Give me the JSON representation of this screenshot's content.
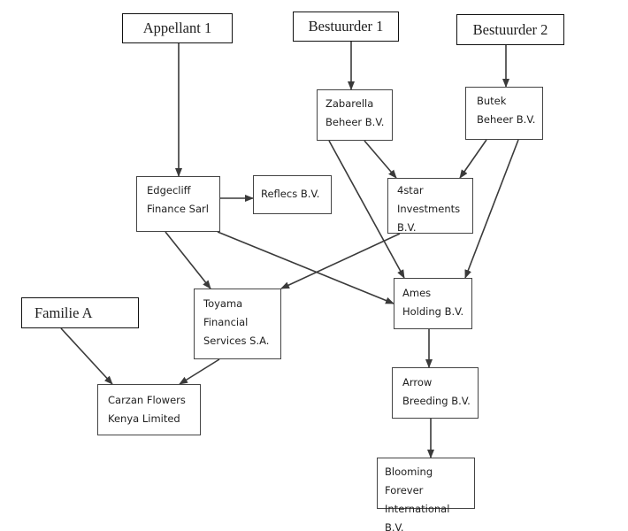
{
  "diagram": {
    "nodes": {
      "appellant1": "Appellant 1",
      "bestuurder1": "Bestuurder 1",
      "bestuurder2": "Bestuurder 2",
      "familie_a": "Familie A",
      "zabarella": "Zabarella\nBeheer B.V.",
      "butek": "Butek\nBeheer B.V.",
      "edgecliff": "Edgecliff\nFinance Sarl",
      "reflecs": "Reflecs B.V.",
      "fourstar": "4star\nInvestments\nB.V.",
      "toyama": "Toyama\nFinancial\nServices S.A.",
      "ames": "Ames\nHolding B.V.",
      "carzan": "Carzan Flowers\nKenya Limited",
      "arrow": "Arrow\nBreeding B.V.",
      "blooming": "Blooming Forever\nInternational B.V."
    },
    "edges": [
      {
        "from": "appellant1",
        "to": "edgecliff"
      },
      {
        "from": "bestuurder1",
        "to": "zabarella"
      },
      {
        "from": "bestuurder2",
        "to": "butek"
      },
      {
        "from": "zabarella",
        "to": "fourstar"
      },
      {
        "from": "zabarella",
        "to": "ames"
      },
      {
        "from": "butek",
        "to": "fourstar"
      },
      {
        "from": "butek",
        "to": "ames"
      },
      {
        "from": "edgecliff",
        "to": "reflecs"
      },
      {
        "from": "edgecliff",
        "to": "toyama"
      },
      {
        "from": "edgecliff",
        "to": "ames"
      },
      {
        "from": "fourstar",
        "to": "toyama"
      },
      {
        "from": "familie_a",
        "to": "carzan"
      },
      {
        "from": "toyama",
        "to": "carzan"
      },
      {
        "from": "ames",
        "to": "arrow"
      },
      {
        "from": "arrow",
        "to": "blooming"
      }
    ],
    "colors": {
      "edge": "#3a3a3a",
      "person_border": "#111111",
      "company_border": "#444444"
    }
  }
}
